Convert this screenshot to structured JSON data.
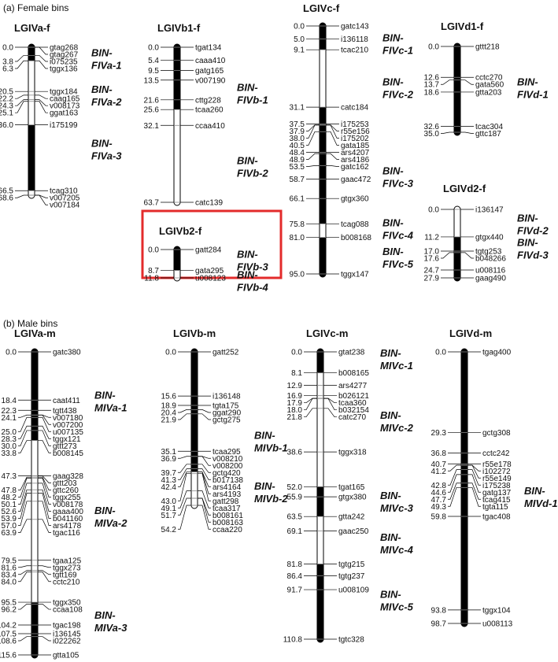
{
  "panels": [
    {
      "label": "(a) Female bins"
    },
    {
      "label": "(b) Male bins"
    }
  ],
  "linkage_groups": [
    {
      "id": "LGIVa-f",
      "name": "LGIVa-f",
      "length": 68.6,
      "highlight": false,
      "markers": [
        [
          0.0,
          "gtag268"
        ],
        [
          null,
          "gtag267"
        ],
        [
          3.8,
          "i075235"
        ],
        [
          6.3,
          "tggx136"
        ],
        [
          20.5,
          "tggx184"
        ],
        [
          22.2,
          "caag165"
        ],
        [
          24.3,
          "v008173"
        ],
        [
          25.1,
          "ggat163"
        ],
        [
          36.0,
          "i175199"
        ],
        [
          66.5,
          "tcag310"
        ],
        [
          68.6,
          "v007205"
        ],
        [
          null,
          "v007184"
        ]
      ],
      "segments": [
        [
          0,
          6.3,
          "black"
        ],
        [
          6.3,
          36.0,
          "white"
        ],
        [
          36.0,
          66.5,
          "black"
        ],
        [
          66.5,
          68.6,
          "white"
        ]
      ],
      "bins": [
        {
          "l1": "BIN-",
          "l2": "FIVa-1",
          "pos": 2
        },
        {
          "l1": "BIN-",
          "l2": "FIVa-2",
          "pos": 19
        },
        {
          "l1": "BIN-",
          "l2": "FIVa-3",
          "pos": 44
        }
      ]
    },
    {
      "id": "LGIVb1-f",
      "name": "LGIVb1-f",
      "length": 63.7,
      "highlight": false,
      "markers": [
        [
          0.0,
          "tgat134"
        ],
        [
          5.4,
          "caaa410"
        ],
        [
          9.5,
          "gatg165"
        ],
        [
          13.5,
          "v007190"
        ],
        [
          21.6,
          "cttg228"
        ],
        [
          25.6,
          "tcaa260"
        ],
        [
          32.1,
          "ccaa410"
        ],
        [
          63.7,
          "catc139"
        ]
      ],
      "segments": [
        [
          0,
          25.6,
          "black"
        ],
        [
          25.6,
          63.7,
          "white"
        ]
      ],
      "bins": [
        {
          "l1": "BIN-",
          "l2": "FIVb-1",
          "pos": 16
        },
        {
          "l1": "BIN-",
          "l2": "FIVb-2",
          "pos": 46
        }
      ]
    },
    {
      "id": "LGIVb2-f",
      "name": "LGIVb2-f",
      "length": 11.8,
      "highlight": true,
      "markers": [
        [
          0.0,
          "gatt284"
        ],
        [
          8.7,
          "gata295"
        ],
        [
          11.8,
          "u008123"
        ]
      ],
      "segments": [
        [
          0,
          8.7,
          "black"
        ],
        [
          8.7,
          11.8,
          "white"
        ]
      ],
      "bins": [
        {
          "l1": "BIN-",
          "l2": "FIVb-3",
          "pos": 1.5
        },
        {
          "l1": "BIN-",
          "l2": "FIVb-4",
          "pos": 10
        }
      ]
    },
    {
      "id": "LGIVc-f",
      "name": "LGIVc-f",
      "length": 95.0,
      "highlight": false,
      "markers": [
        [
          0.0,
          "gatc143"
        ],
        [
          5.0,
          "i136118"
        ],
        [
          9.1,
          "tcac210"
        ],
        [
          31.1,
          "catc184"
        ],
        [
          37.5,
          "i175253"
        ],
        [
          37.9,
          "r55e156"
        ],
        [
          38.0,
          "i175202"
        ],
        [
          40.5,
          "gata185"
        ],
        [
          48.4,
          "ars4207"
        ],
        [
          48.9,
          "ars4186"
        ],
        [
          53.5,
          "gatc162"
        ],
        [
          58.7,
          "gaac472"
        ],
        [
          66.1,
          "gtgx360"
        ],
        [
          75.8,
          "tcag088"
        ],
        [
          81.0,
          "b008168"
        ],
        [
          95.0,
          "tggx147"
        ]
      ],
      "segments": [
        [
          0,
          9.1,
          "black"
        ],
        [
          9.1,
          31.1,
          "white"
        ],
        [
          31.1,
          75.8,
          "black"
        ],
        [
          75.8,
          81.0,
          "white"
        ],
        [
          81.0,
          95.0,
          "black"
        ]
      ],
      "bins": [
        {
          "l1": "BIN-",
          "l2": "FIVc-1",
          "pos": 4
        },
        {
          "l1": "BIN-",
          "l2": "FIVc-2",
          "pos": 21
        },
        {
          "l1": "BIN-",
          "l2": "FIVc-3",
          "pos": 55
        },
        {
          "l1": "BIN-",
          "l2": "FIVc-4",
          "pos": 75
        },
        {
          "l1": "BIN-",
          "l2": "FIVc-5",
          "pos": 86
        }
      ]
    },
    {
      "id": "LGIVd1-f",
      "name": "LGIVd1-f",
      "length": 35.0,
      "highlight": false,
      "markers": [
        [
          0.0,
          "gttt218"
        ],
        [
          12.6,
          "cctc270"
        ],
        [
          13.7,
          "gata560"
        ],
        [
          18.6,
          "gtta203"
        ],
        [
          32.6,
          "tcac304"
        ],
        [
          35.0,
          "gttc187"
        ]
      ],
      "segments": [
        [
          0,
          35.0,
          "black"
        ]
      ],
      "bins": [
        {
          "l1": "BIN-",
          "l2": "FIVd-1",
          "pos": 14
        }
      ]
    },
    {
      "id": "LGIVd2-f",
      "name": "LGIVd2-f",
      "length": 27.9,
      "highlight": false,
      "markers": [
        [
          0.0,
          "i136147"
        ],
        [
          11.2,
          "gtgx440"
        ],
        [
          17.0,
          "tgtg253"
        ],
        [
          17.6,
          "b048266"
        ],
        [
          24.7,
          "u008116"
        ],
        [
          27.9,
          "gaag490"
        ]
      ],
      "segments": [
        [
          0,
          11.2,
          "white"
        ],
        [
          11.2,
          27.9,
          "black"
        ]
      ],
      "bins": [
        {
          "l1": "BIN-",
          "l2": "FIVd-2",
          "pos": 3
        },
        {
          "l1": "BIN-",
          "l2": "FIVd-3",
          "pos": 13
        }
      ]
    },
    {
      "id": "LGIVa-m",
      "name": "LGIVa-m",
      "length": 115.6,
      "highlight": false,
      "markers": [
        [
          0.0,
          "gatc380"
        ],
        [
          18.4,
          "caat411"
        ],
        [
          22.3,
          "tgtt438"
        ],
        [
          24.1,
          "v007180"
        ],
        [
          null,
          "v007200"
        ],
        [
          25.0,
          "u007135"
        ],
        [
          28.3,
          "tggx121"
        ],
        [
          30.0,
          "gttt273"
        ],
        [
          33.8,
          "b008145"
        ],
        [
          47.3,
          "gaag328"
        ],
        [
          null,
          "gttt203"
        ],
        [
          47.8,
          "gttc260"
        ],
        [
          48.2,
          "tggx255"
        ],
        [
          50.1,
          "v008178"
        ],
        [
          52.6,
          "gaaa400"
        ],
        [
          53.9,
          "b041160"
        ],
        [
          57.0,
          "ars4178"
        ],
        [
          63.9,
          "tgac116"
        ],
        [
          79.5,
          "tgaa125"
        ],
        [
          81.6,
          "tggx273"
        ],
        [
          83.4,
          "tgtt169"
        ],
        [
          84.0,
          "cctc210"
        ],
        [
          95.5,
          "tggx350"
        ],
        [
          96.2,
          "ccaa108"
        ],
        [
          104.2,
          "tgac198"
        ],
        [
          107.5,
          "i136145"
        ],
        [
          108.6,
          "i022262"
        ],
        [
          115.6,
          "gtta105"
        ]
      ],
      "segments": [
        [
          0,
          33.8,
          "black"
        ],
        [
          33.8,
          95.5,
          "white"
        ],
        [
          95.5,
          115.6,
          "black"
        ]
      ],
      "bins": [
        {
          "l1": "BIN-",
          "l2": "MIVa-1",
          "pos": 16
        },
        {
          "l1": "BIN-",
          "l2": "MIVa-2",
          "pos": 60
        },
        {
          "l1": "BIN-",
          "l2": "MIVa-3",
          "pos": 100
        }
      ]
    },
    {
      "id": "LGIVb-m",
      "name": "LGIVb-m",
      "length": 54.2,
      "highlight": false,
      "markers": [
        [
          0.0,
          "gatt252"
        ],
        [
          15.6,
          "i136148"
        ],
        [
          18.9,
          "tgta175"
        ],
        [
          20.4,
          "ggat290"
        ],
        [
          21.9,
          "gctg275"
        ],
        [
          35.1,
          "tcaa295"
        ],
        [
          36.9,
          "v008210"
        ],
        [
          null,
          "v008200"
        ],
        [
          39.7,
          "gctg420"
        ],
        [
          41.3,
          "b017138"
        ],
        [
          42.4,
          "ars4164"
        ],
        [
          null,
          "ars4193"
        ],
        [
          43.0,
          "gatt298"
        ],
        [
          49.1,
          "tcaa317"
        ],
        [
          51.7,
          "b008161"
        ],
        [
          null,
          "b008163"
        ],
        [
          54.2,
          "ccaa220"
        ]
      ],
      "segments": [
        [
          0,
          42.4,
          "black"
        ],
        [
          42.4,
          54.2,
          "white"
        ]
      ],
      "bins": [
        {
          "l1": "BIN-",
          "l2": "MIVb-1",
          "pos": 29
        },
        {
          "l1": "BIN-",
          "l2": "MIVb-2",
          "pos": 47
        }
      ]
    },
    {
      "id": "LGIVc-m",
      "name": "LGIVc-m",
      "length": 110.8,
      "highlight": false,
      "markers": [
        [
          0.0,
          "gtat238"
        ],
        [
          8.1,
          "b008165"
        ],
        [
          12.9,
          "ars4277"
        ],
        [
          16.9,
          "b026121"
        ],
        [
          17.9,
          "tcaa360"
        ],
        [
          18.0,
          "b032154"
        ],
        [
          21.8,
          "catc270"
        ],
        [
          38.6,
          "tggx318"
        ],
        [
          52.0,
          "tgat165"
        ],
        [
          55.9,
          "gtgx380"
        ],
        [
          63.5,
          "gtta242"
        ],
        [
          69.1,
          "gaac250"
        ],
        [
          81.8,
          "tgtg215"
        ],
        [
          86.4,
          "tgtg237"
        ],
        [
          91.7,
          "u008109"
        ],
        [
          110.8,
          "tgtc328"
        ]
      ],
      "segments": [
        [
          0,
          8.1,
          "black"
        ],
        [
          8.1,
          52.0,
          "white"
        ],
        [
          52.0,
          63.5,
          "black"
        ],
        [
          63.5,
          81.8,
          "white"
        ],
        [
          81.8,
          110.8,
          "black"
        ]
      ],
      "bins": [
        {
          "l1": "BIN-",
          "l2": "MIVc-1",
          "pos": 0
        },
        {
          "l1": "BIN-",
          "l2": "MIVc-2",
          "pos": 24
        },
        {
          "l1": "BIN-",
          "l2": "MIVc-3",
          "pos": 55
        },
        {
          "l1": "BIN-",
          "l2": "MIVc-4",
          "pos": 71
        },
        {
          "l1": "BIN-",
          "l2": "MIVc-5",
          "pos": 93
        }
      ]
    },
    {
      "id": "LGIVd-m",
      "name": "LGIVd-m",
      "length": 98.7,
      "highlight": false,
      "markers": [
        [
          0.0,
          "tgag400"
        ],
        [
          29.3,
          "gctg308"
        ],
        [
          36.8,
          "cctc242"
        ],
        [
          40.7,
          "r55e178"
        ],
        [
          41.2,
          "i102272"
        ],
        [
          null,
          "r55e149"
        ],
        [
          42.8,
          "i175238"
        ],
        [
          44.6,
          "gatg137"
        ],
        [
          47.7,
          "tcag415"
        ],
        [
          49.3,
          "tgta115"
        ],
        [
          59.8,
          "tgac408"
        ],
        [
          93.8,
          "tggx104"
        ],
        [
          98.7,
          "u008113"
        ]
      ],
      "segments": [
        [
          0,
          98.7,
          "black"
        ]
      ],
      "bins": [
        {
          "l1": "BIN-",
          "l2": "MIVd-1",
          "pos": 50
        }
      ]
    }
  ]
}
